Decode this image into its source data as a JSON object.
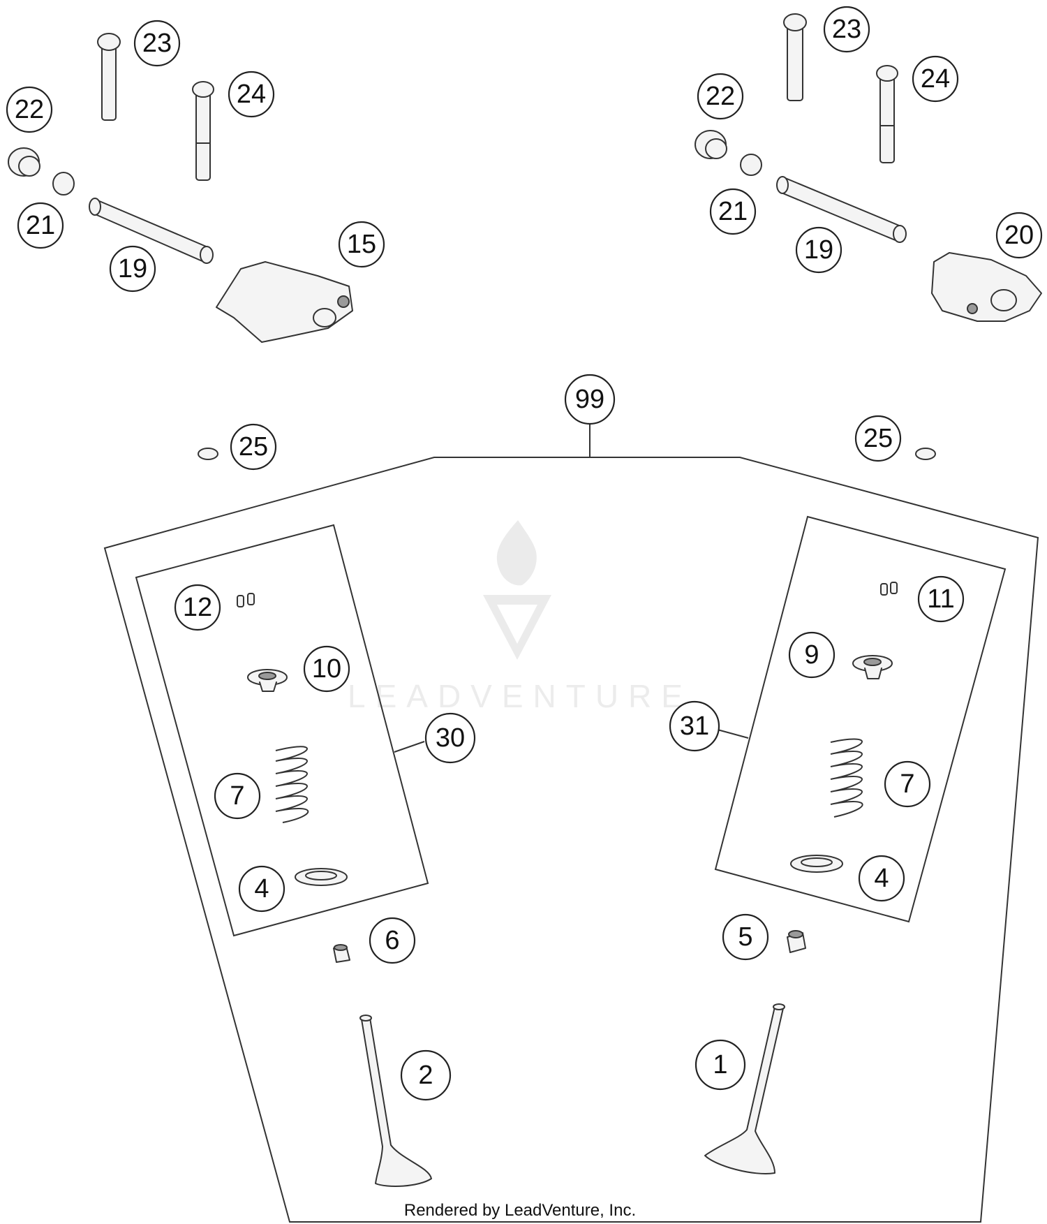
{
  "callouts": {
    "c23L": "23",
    "c24L": "24",
    "c22L": "22",
    "c21L": "21",
    "c19L": "19",
    "c15": "15",
    "c23R": "23",
    "c24R": "24",
    "c22R": "22",
    "c21R": "21",
    "c19R": "19",
    "c20": "20",
    "c99": "99",
    "c25L": "25",
    "c25R": "25",
    "c12": "12",
    "c10": "10",
    "c30": "30",
    "c7L": "7",
    "c4L": "4",
    "c6": "6",
    "c2": "2",
    "c11": "11",
    "c9": "9",
    "c31": "31",
    "c7R": "7",
    "c4R": "4",
    "c5": "5",
    "c1": "1"
  },
  "watermark": "LEADVENTURE",
  "credit": "Rendered by LeadVenture, Inc."
}
